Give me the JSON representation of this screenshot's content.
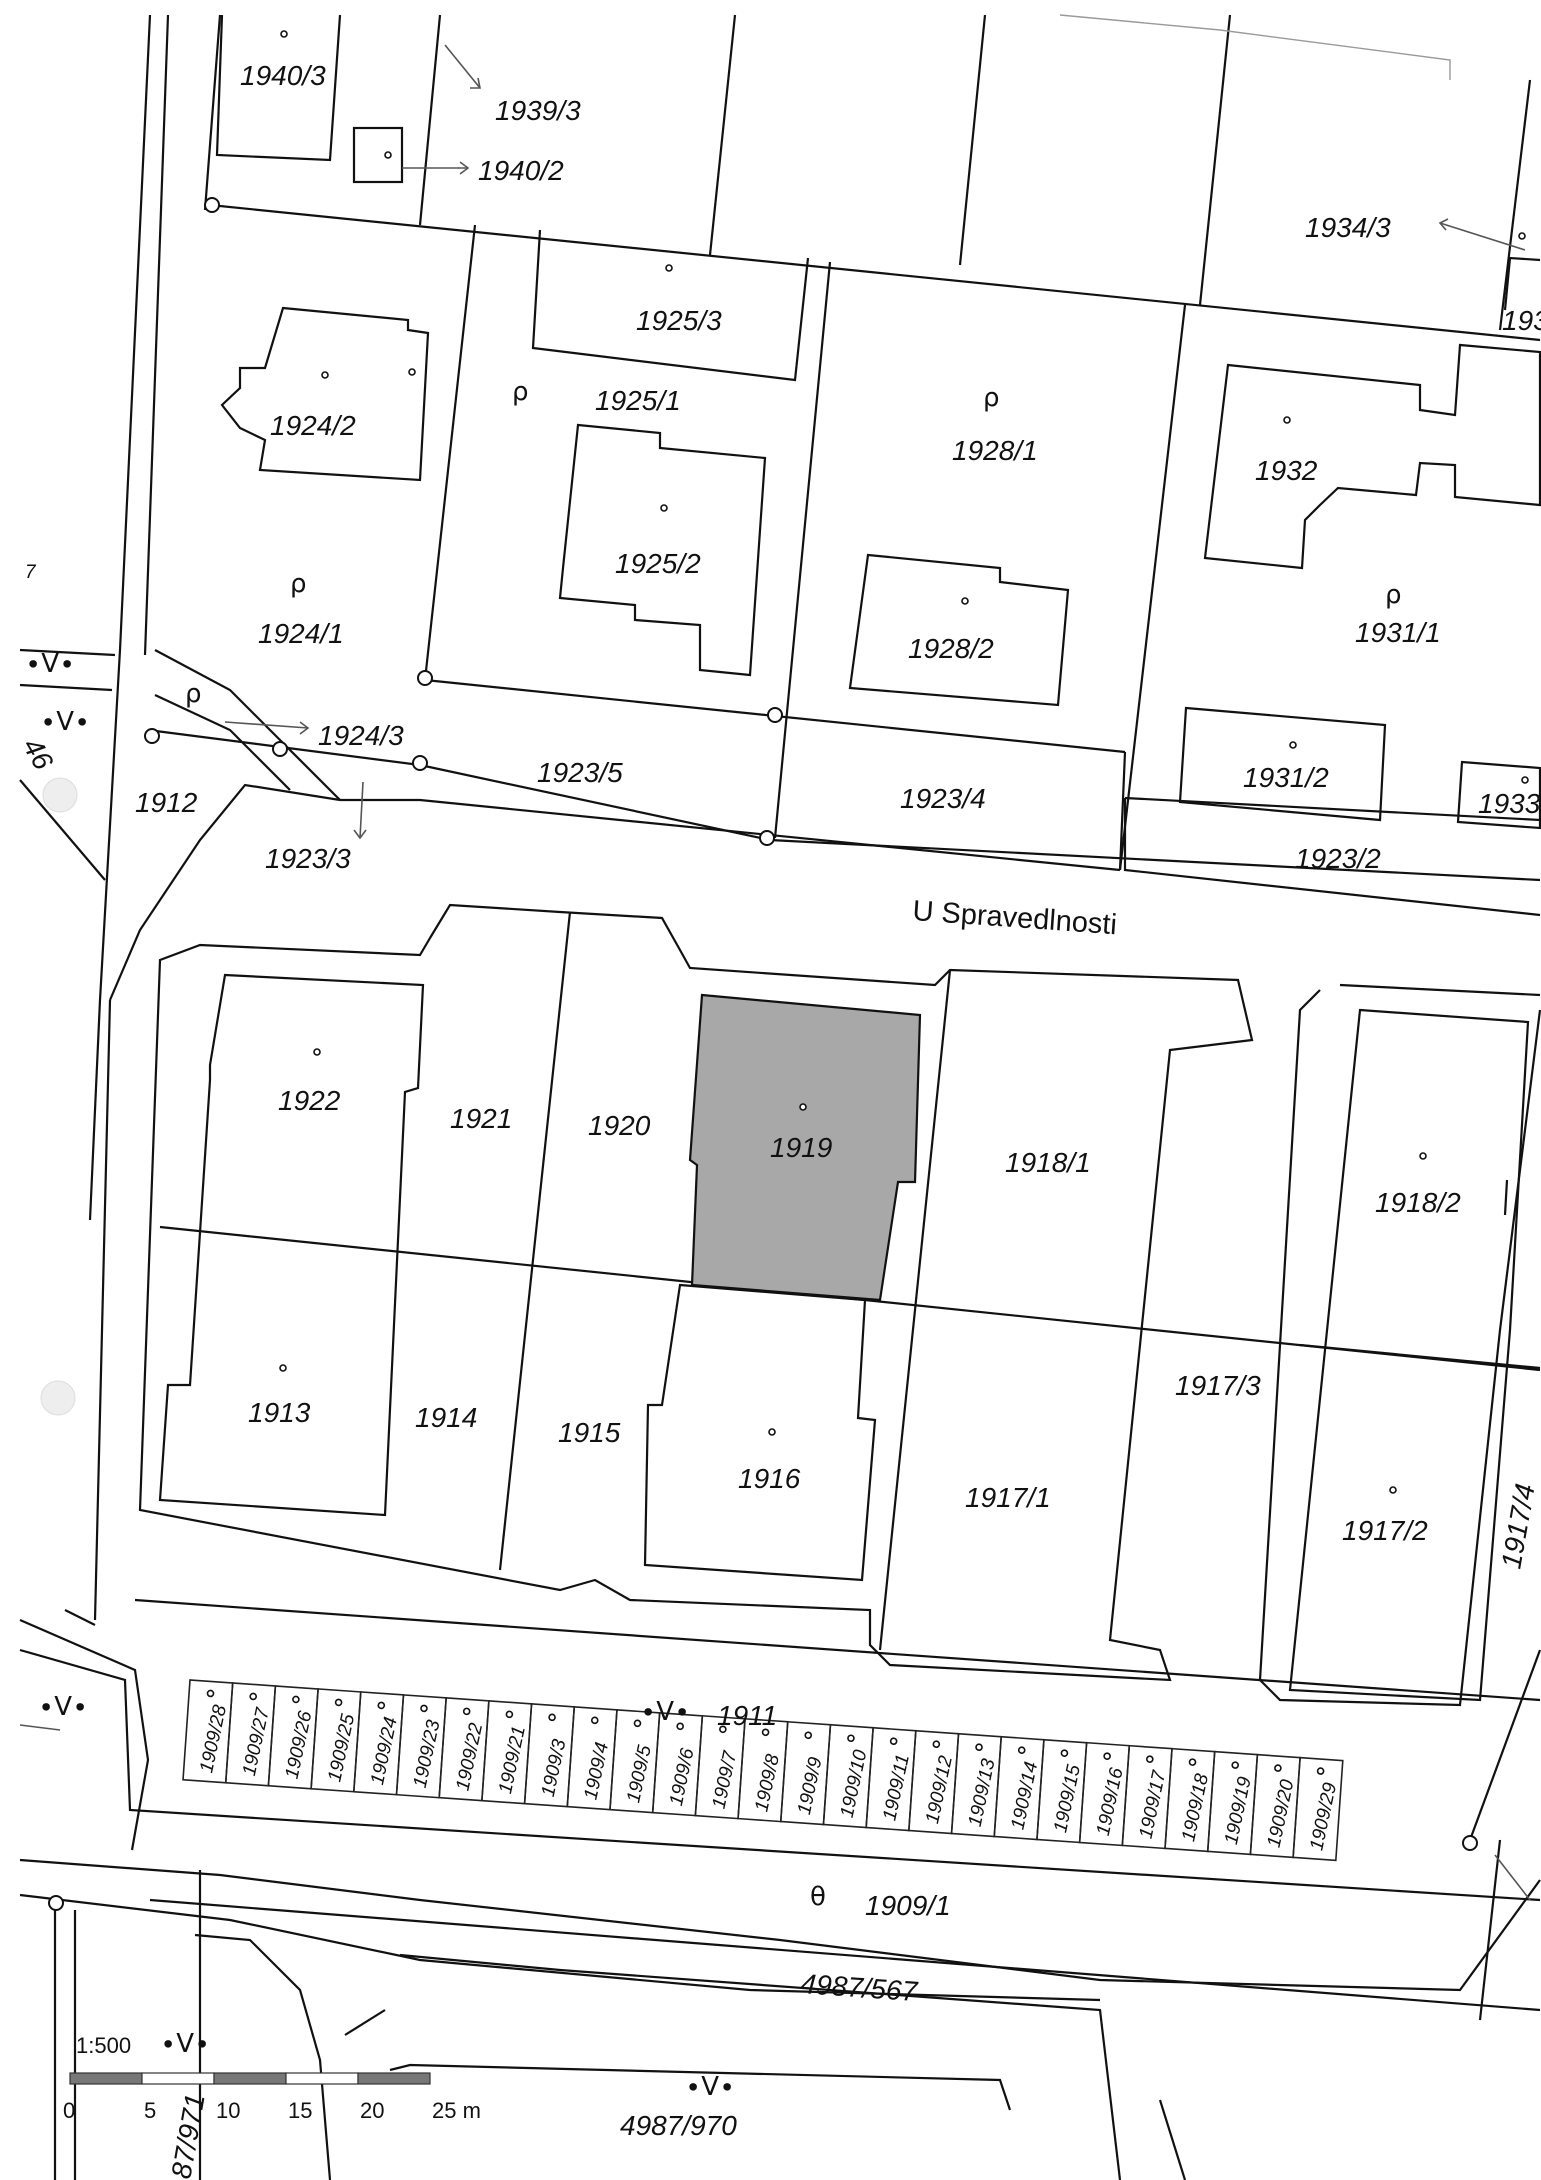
{
  "street_name": "U Spravedlnosti",
  "highlighted_parcel": "1919",
  "highlight_color": "#a8a8a8",
  "parcels": {
    "p1940_3": "1940/3",
    "p1939_3": "1939/3",
    "p1940_2": "1940/2",
    "p1934_3": "1934/3",
    "p193": "193",
    "p1925_3": "1925/3",
    "p1925_1": "1925/1",
    "p1925_2": "1925/2",
    "p1924_2": "1924/2",
    "p1924_1": "1924/1",
    "p1928_1": "1928/1",
    "p1928_2": "1928/2",
    "p1932": "1932",
    "p1931_1": "1931/1",
    "p1931_2": "1931/2",
    "p1933": "1933",
    "p1924_3": "1924/3",
    "p1923_5": "1923/5",
    "p1923_4": "1923/4",
    "p1912": "1912",
    "p1923_3": "1923/3",
    "p1923_2": "1923/2",
    "p1922": "1922",
    "p1921": "1921",
    "p1920": "1920",
    "p1919": "1919",
    "p1918_1": "1918/1",
    "p1918_2": "1918/2",
    "p1913": "1913",
    "p1914": "1914",
    "p1915": "1915",
    "p1916": "1916",
    "p1917_1": "1917/1",
    "p1917_2": "1917/2",
    "p1917_3": "1917/3",
    "p1917_4": "1917/4",
    "p1911": "1911",
    "p1909_1": "1909/1",
    "p4987_567": "4987/567",
    "p4987_970": "4987/970",
    "p87_971": "87/971",
    "p46": "46",
    "p7": "7"
  },
  "garage_row": [
    "1909/28",
    "1909/27",
    "1909/26",
    "1909/25",
    "1909/24",
    "1909/23",
    "1909/22",
    "1909/21",
    "1909/3",
    "1909/4",
    "1909/5",
    "1909/6",
    "1909/7",
    "1909/8",
    "1909/9",
    "1909/10",
    "1909/11",
    "1909/12",
    "1909/13",
    "1909/14",
    "1909/15",
    "1909/16",
    "1909/17",
    "1909/18",
    "1909/19",
    "1909/20",
    "1909/29"
  ],
  "scale": {
    "ratio": "1:500",
    "ticks": [
      "0",
      "5",
      "10",
      "15",
      "20",
      "25 m"
    ]
  },
  "symbols": {
    "garden": "ρ",
    "grass": "∙V∙",
    "path": "θ"
  }
}
